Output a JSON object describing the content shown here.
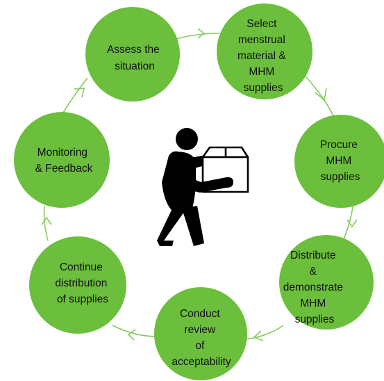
{
  "diagram": {
    "type": "cycle",
    "colors": {
      "node_fill": "#6bbf3c",
      "arrow": "#86c95f",
      "text": "#111111",
      "icon": "#000000"
    },
    "center_icon": "person-carrying-box-icon",
    "steps": [
      {
        "lines": [
          "Assess the",
          "situation"
        ]
      },
      {
        "lines": [
          "Select",
          "menstrual",
          "material &",
          "MHM",
          "supplies"
        ]
      },
      {
        "lines": [
          "Procure",
          "MHM",
          "supplies"
        ]
      },
      {
        "lines": [
          "Distribute",
          "&",
          "demonstrate",
          "MHM",
          "supplies"
        ]
      },
      {
        "lines": [
          "Conduct",
          "review",
          "of",
          "acceptability"
        ]
      },
      {
        "lines": [
          "Continue",
          "distribution",
          "of supplies"
        ]
      },
      {
        "lines": [
          "Monitoring",
          "& Feedback"
        ]
      }
    ]
  }
}
